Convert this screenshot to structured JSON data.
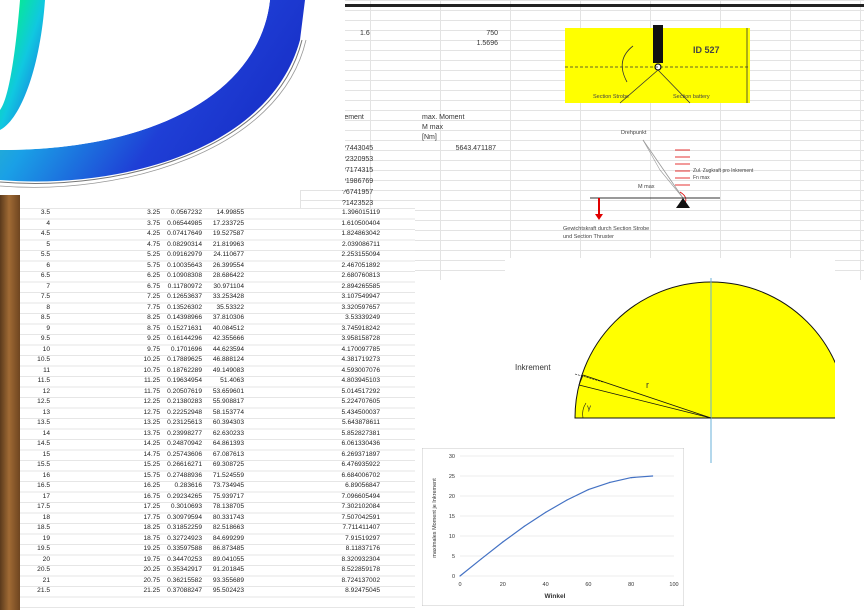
{
  "top_sheet": {
    "cell_a": "1.6",
    "cell_b": "750",
    "cell_c": "1.5696",
    "header_partial": "rement",
    "col_label_1": "max. Moment",
    "col_label_2": "M max",
    "col_label_3": "[Nm]",
    "mmax_value": "5643.471187",
    "partial_values": [
      "?7443045",
      "?2320953",
      "?7174315",
      "?1986769",
      "?6741957",
      "?1423523"
    ]
  },
  "strobe_diagram": {
    "id_label": "ID 527",
    "section_left": "Section Strobe",
    "section_right": "Section battery",
    "pivot_label": "Drehpunkt",
    "force_label_1": "Zul. Zugkraft pro Inkrement",
    "force_label_2": "Fn max",
    "mmax_label": "M max",
    "gravity_label_1": "Gewichtskraft durch Section Strobe",
    "gravity_label_2": "und Section Thruster",
    "colors": {
      "yellow": "#ffff00",
      "red": "#e00000"
    }
  },
  "semicircle_diagram": {
    "increment_label": "Inkrement",
    "radius_label": "r",
    "angle_label": "γ",
    "colors": {
      "fill": "#ffff00",
      "axis": "#6ab0d8"
    }
  },
  "table": {
    "rows": [
      [
        "3.5",
        "3.25",
        "0.0567232",
        "14.99855",
        "1.396015119"
      ],
      [
        "4",
        "3.75",
        "0.06544985",
        "17.233725",
        "1.610500404"
      ],
      [
        "4.5",
        "4.25",
        "0.07417649",
        "19.527587",
        "1.824863042"
      ],
      [
        "5",
        "4.75",
        "0.08290314",
        "21.819963",
        "2.039086711"
      ],
      [
        "5.5",
        "5.25",
        "0.09162979",
        "24.110677",
        "2.253155094"
      ],
      [
        "6",
        "5.75",
        "0.10035643",
        "26.399554",
        "2.467051892"
      ],
      [
        "6.5",
        "6.25",
        "0.10908308",
        "28.686422",
        "2.680760813"
      ],
      [
        "7",
        "6.75",
        "0.11780972",
        "30.971104",
        "2.894265585"
      ],
      [
        "7.5",
        "7.25",
        "0.12653637",
        "33.253428",
        "3.107549947"
      ],
      [
        "8",
        "7.75",
        "0.13526302",
        "35.53322",
        "3.320597657"
      ],
      [
        "8.5",
        "8.25",
        "0.14398966",
        "37.810306",
        "3.53339249"
      ],
      [
        "9",
        "8.75",
        "0.15271631",
        "40.084512",
        "3.745918242"
      ],
      [
        "9.5",
        "9.25",
        "0.16144296",
        "42.355666",
        "3.958158728"
      ],
      [
        "10",
        "9.75",
        "0.1701696",
        "44.623594",
        "4.170097785"
      ],
      [
        "10.5",
        "10.25",
        "0.17889625",
        "46.888124",
        "4.381719273"
      ],
      [
        "11",
        "10.75",
        "0.18762289",
        "49.149083",
        "4.593007076"
      ],
      [
        "11.5",
        "11.25",
        "0.19634954",
        "51.4063",
        "4.803945103"
      ],
      [
        "12",
        "11.75",
        "0.20507619",
        "53.659601",
        "5.014517292"
      ],
      [
        "12.5",
        "12.25",
        "0.21380283",
        "55.908817",
        "5.224707605"
      ],
      [
        "13",
        "12.75",
        "0.22252948",
        "58.153774",
        "5.434500037"
      ],
      [
        "13.5",
        "13.25",
        "0.23125613",
        "60.394303",
        "5.643878611"
      ],
      [
        "14",
        "13.75",
        "0.23998277",
        "62.630233",
        "5.852827381"
      ],
      [
        "14.5",
        "14.25",
        "0.24870942",
        "64.861393",
        "6.061330436"
      ],
      [
        "15",
        "14.75",
        "0.25743606",
        "67.087613",
        "6.269371897"
      ],
      [
        "15.5",
        "15.25",
        "0.26616271",
        "69.308725",
        "6.476935922"
      ],
      [
        "16",
        "15.75",
        "0.27488936",
        "71.524559",
        "6.684006702"
      ],
      [
        "16.5",
        "16.25",
        "0.283616",
        "73.734945",
        "6.89056847"
      ],
      [
        "17",
        "16.75",
        "0.29234265",
        "75.939717",
        "7.096605494"
      ],
      [
        "17.5",
        "17.25",
        "0.3010693",
        "78.138705",
        "7.302102084"
      ],
      [
        "18",
        "17.75",
        "0.30979594",
        "80.331743",
        "7.507042591"
      ],
      [
        "18.5",
        "18.25",
        "0.31852259",
        "82.518663",
        "7.711411407"
      ],
      [
        "19",
        "18.75",
        "0.32724923",
        "84.699299",
        "7.91519297"
      ],
      [
        "19.5",
        "19.25",
        "0.33597588",
        "86.873485",
        "8.11837176"
      ],
      [
        "20",
        "19.75",
        "0.34470253",
        "89.041055",
        "8.320932304"
      ],
      [
        "20.5",
        "20.25",
        "0.35342917",
        "91.201845",
        "8.522859178"
      ],
      [
        "21",
        "20.75",
        "0.36215582",
        "93.355689",
        "8.724137002"
      ],
      [
        "21.5",
        "21.25",
        "0.37088247",
        "95.502423",
        "8.92475045"
      ]
    ]
  },
  "chart_data": {
    "type": "line",
    "xlabel": "Winkel",
    "ylabel": "maximales Moment je Inkrement",
    "xlim": [
      0,
      100
    ],
    "ylim": [
      0,
      30
    ],
    "x_ticks": [
      "0",
      "20",
      "40",
      "60",
      "80",
      "100"
    ],
    "y_ticks": [
      "0",
      "5",
      "10",
      "15",
      "20",
      "25",
      "30"
    ],
    "grid": "horizontal",
    "series": [
      {
        "color": "#4472c4",
        "x": [
          0,
          10,
          20,
          30,
          40,
          50,
          60,
          70,
          80,
          90
        ],
        "y": [
          0,
          4.3,
          8.5,
          12.4,
          15.9,
          19.0,
          21.6,
          23.4,
          24.6,
          25.0
        ]
      }
    ]
  }
}
